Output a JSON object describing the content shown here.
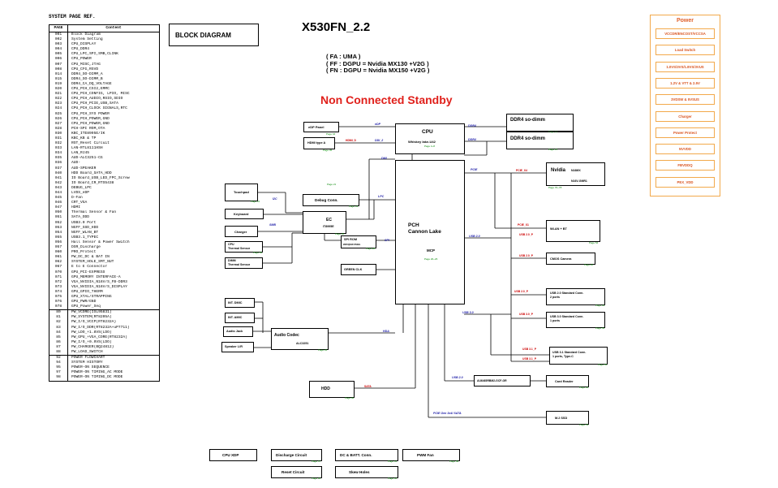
{
  "index": {
    "title": "SYSTEM PAGE REF.",
    "header_page": "PAGE",
    "header_content": "Content",
    "rows": [
      [
        "001",
        "Block Diagram"
      ],
      [
        "002",
        "System Setting"
      ],
      [
        "003",
        "CPU_DISPLAY"
      ],
      [
        "004",
        "CPU_DDR4"
      ],
      [
        "005",
        "CPU_LPC,SPI,SMB,CLINK"
      ],
      [
        "006",
        "CPU_POWER"
      ],
      [
        "007",
        "CPU_MISC,JTAG"
      ],
      [
        "008",
        "CPU_CFG,RSVD"
      ],
      [
        "014",
        "DDR4_SO-DIMM_A"
      ],
      [
        "015",
        "DDR4_SO-DIMM_B"
      ],
      [
        "019",
        "DDR4_CA_DQ_VOLTAGE"
      ],
      [
        "020",
        "CPU_PCH_CSI2,EMMC"
      ],
      [
        "021",
        "CPU_PCH_CONFIG, LPIO, MISC"
      ],
      [
        "022",
        "CPU_PCH_AUDIO,RSIO,SDIO"
      ],
      [
        "023",
        "CPU_PCH_PCIE,USB,SATA"
      ],
      [
        "024",
        "CPU_PCH_CLOCK SIGNALS,RTC"
      ],
      [
        "025",
        "CPU_PCH_SYS POWER"
      ],
      [
        "026",
        "CPU_PCH_POWER,GND"
      ],
      [
        "027",
        "CPU_PCH_POWER,GND"
      ],
      [
        "028",
        "PCH-SPI ROM,OTA"
      ],
      [
        "030",
        "KBC_ITE8995E/IK"
      ],
      [
        "031",
        "KBC_KB & TP"
      ],
      [
        "032",
        "RST_Reset Circuit"
      ],
      [
        "033",
        "LAN-RTL8111HSH"
      ],
      [
        "034",
        "LAN_RJ45"
      ],
      [
        "035",
        "AUD-ALC3251-CG"
      ],
      [
        "036",
        "AUD-"
      ],
      [
        "037",
        "AUD-SPEAKER"
      ],
      [
        "040",
        "HDD Board_SATA_HDD"
      ],
      [
        "041",
        "IO Board_USB_LED_FPC_Screw"
      ],
      [
        "042",
        "IO Board_CR_RTS5438"
      ],
      [
        "043",
        "DEBUG_LPC"
      ],
      [
        "044",
        "LVDS_eDP"
      ],
      [
        "045",
        "D-Fan"
      ],
      [
        "046",
        "CRT_VGA"
      ],
      [
        "047",
        "HDMI"
      ],
      [
        "050",
        "Thermal Sensor & Fan"
      ],
      [
        "051",
        "SATA_ODD"
      ],
      [
        "052",
        "USB3.0 Port"
      ],
      [
        "053",
        "NGFF_SSD_HDD"
      ],
      [
        "054",
        "NGFF_WLAN_BT"
      ],
      [
        "055",
        "USB3.1_TYPEC"
      ],
      [
        "056",
        "Hall Sensor & Power Switch"
      ],
      [
        "057",
        "DSR_Discharge"
      ],
      [
        "060",
        "PRO_Protect"
      ],
      [
        "061",
        "PW_DC_DC & BAT IN"
      ],
      [
        "062",
        "SYSTEM_HOLE_SMT_NUT"
      ],
      [
        "067",
        "E to E Connector"
      ],
      [
        "070",
        "GPU_PCI-EXPRESS"
      ],
      [
        "071",
        "GPU_MEMORY INTERFACE-A"
      ],
      [
        "072",
        "VGA_NVIDIA_N16V/S_FB-DDR3"
      ],
      [
        "073",
        "VGA_NVIDIA_N16V/S_DISPLAY"
      ],
      [
        "074",
        "GPU_GPIO_THERM"
      ],
      [
        "075",
        "GPU_XTAL/STRAPPING"
      ],
      [
        "076",
        "GPU_PWR/GND"
      ],
      [
        "078",
        "GPU_Power_Seq"
      ]
    ],
    "rows2": [
      [
        "80",
        "PW_VCORE(ISL95831)"
      ],
      [
        "81",
        "PW_SYSTEM(RT8205A)"
      ],
      [
        "82",
        "PW_I/O_VCCP(RT8232A)"
      ],
      [
        "83",
        "PW_I/O_DDR(RT8232A+uP7711)"
      ],
      [
        "84",
        "PW_LDO_+1.8VS(LDO)"
      ],
      [
        "85",
        "PW_GPU_+VGA_CORE(RT8232A)"
      ],
      [
        "86",
        "PW_I/O_+0.9VS(LDO)"
      ],
      [
        "87",
        "PW_CHARGER(BQ24812)"
      ],
      [
        "88",
        "PW_LOAD_SWITCH"
      ]
    ],
    "rows3": [
      [
        "92",
        "POWER FLOWCHART"
      ],
      [
        "94",
        "SYSTEM HISTORY"
      ],
      [
        "95",
        "POWER-ON SEQUENCE"
      ],
      [
        "97",
        "POWER-ON TIMING_AC MODE"
      ],
      [
        "98",
        "POWER-ON TIMING_DC MODE"
      ]
    ]
  },
  "block_title": "BLOCK DIAGRAM",
  "title": "X530FN_2.2",
  "sku_lines": "( FA : UMA )\n( FF : DGPU = Nvidia MX130 +V2G )\n( FN : DGPU = Nvidia MX150 +V2G )",
  "subtitle": "Non Connected Standby",
  "power": {
    "title": "Power",
    "items": [
      "VCCDR/ENCOST/VCCSA",
      "Load Switch",
      "1.0VS/3VS/1.8VS/3VUS",
      "1.2V & VTT & 2.5V",
      "3VDSW & 5VSUS",
      "Charger",
      "Power Protect",
      "NVVDD",
      "FBVDDQ",
      "PEX_VDD"
    ]
  },
  "blocks": {
    "cpu": "CPU",
    "cpu_sub": "Whiskey lake-U42",
    "pch": "PCH",
    "pch_sub": "Cannon Lake",
    "mcp": "MCP",
    "ddr1": "DDR4 so-dimm",
    "ddr2": "DDR4 so-dimm",
    "nvidia": "Nvidia",
    "nvidia_sub1": "N16MX",
    "nvidia_sub2": "N16V-GMR1",
    "edp": "eDP Panel",
    "hdmi": "HDMI type A",
    "touchpad": "Touchpad",
    "keyboard": "Keyboard",
    "charger": "Charger",
    "cpu_therm1": "CPU",
    "cpu_therm2": "Thermal Sensor",
    "dimm_therm1": "DIMM",
    "dimm_therm2": "Thermal Sensor",
    "debug": "Debug Conn.",
    "ec": "EC",
    "ec_sub": "IT8995E",
    "spirom": "SPI ROM",
    "spirom_sub": "W25Q64FVSSIG",
    "greenclk": "GREEN CLK",
    "wlan": "WLAN + BT",
    "cmos": "CMOS Camera",
    "usb20a1": "USB 2.0 Standard Conn.",
    "usb20a2": "2 ports",
    "usb30a1": "USB 3.0 Standard Conn.",
    "usb30a2": "1 ports",
    "usb31a1": "USB 3.1 Standard Conn.",
    "usb31a2": "1 ports, Type-C",
    "cardreader": "Card Reader",
    "ssd": "M.2 SSD",
    "hdd": "HDD",
    "int_dmic": "INT. DMIC",
    "int_amic": "INT. AMIC",
    "audiojack": "Audio Jack",
    "speaker": "Speaker L/R",
    "codec": "Audio Codec",
    "codec_sub": "ALC3251",
    "cardreader_chip": "AU6465RBM2-GCF-GR"
  },
  "signals": {
    "edp": "eDP",
    "ddi": "DDI_2",
    "dmi1": "DMI",
    "spi": "SPI",
    "lpc": "LPC",
    "i2c": "I2C",
    "smb": "SMB",
    "pcie1": "PCIE",
    "pcie2": "PCIE x4",
    "usb1": "USB 2.0",
    "usb2": "USB 3.0",
    "usb3": "USB 2.0",
    "hda": "HDA",
    "sata": "SATA",
    "pcie3": "PCIE Gen 3x4/ SATA",
    "ddr_a": "DDR4",
    "ddr_b": "DDR4",
    "r_hdmi": "HDMI_D",
    "r_pcie": "PCIE_X4",
    "r_pcie2": "PCIE_X1",
    "r_usb1": "USB 2.0_P",
    "r_usb2": "USB 2.0_P",
    "r_usb3": "USB 2.0_P",
    "r_usb4": "USB 3.0_P",
    "r_usb5": "USB 3.1_P",
    "r_usb6": "USB 3.1_P"
  },
  "bottom": {
    "cpu_xdp": "CPU XDP",
    "discharge": "Discharge Circuit",
    "dcbatt": "DC & BATT. Conn.",
    "pwmfan": "PWM Fan",
    "reset": "Reset Circuit",
    "screw": "Skew Holes"
  },
  "page_refs": [
    "Page 44",
    "Page 45",
    "Page 4~8",
    "Page 14",
    "Page 15",
    "Page 70~78",
    "Page 31",
    "Page 43",
    "Page 30",
    "Page 28",
    "Page 21",
    "Page 54",
    "Page 20",
    "Page 41",
    "Page 52",
    "Page 55",
    "Page 42",
    "Page 53",
    "Page 40",
    "Page 35",
    "Page 20~26",
    "Page 50",
    "Page 32",
    "Page 57",
    "Page 61",
    "Page 56",
    "Page 62"
  ],
  "colors": {
    "accent_red": "#e0201b",
    "power_border": "#f2a94b",
    "page_ref": "#0a8a0a",
    "signal_blue": "#1a1aa6"
  }
}
